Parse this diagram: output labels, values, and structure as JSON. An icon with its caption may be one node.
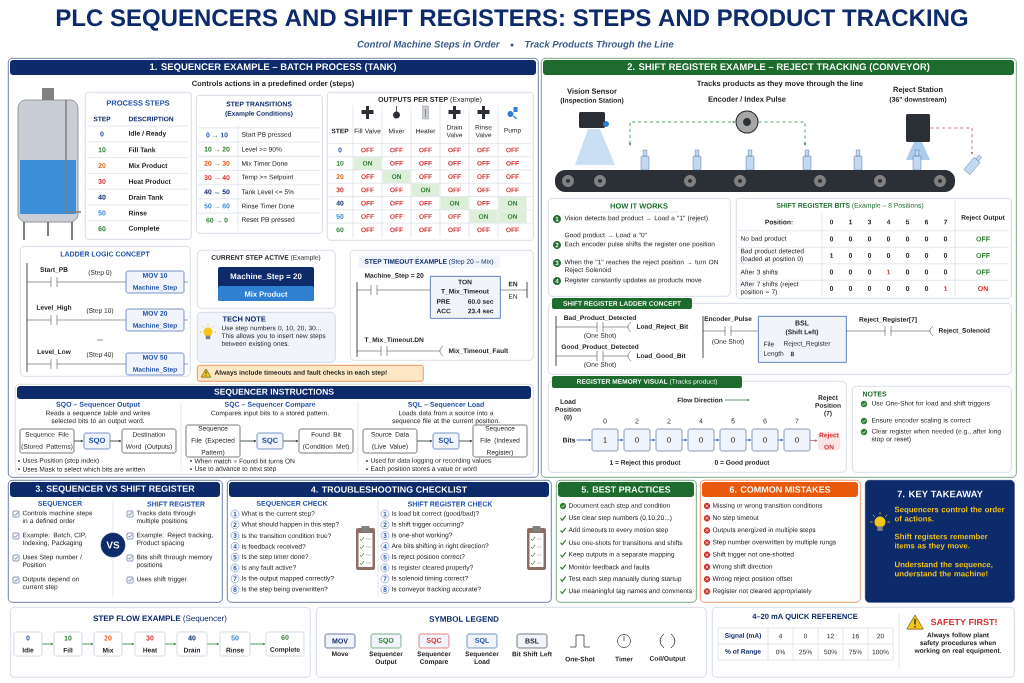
{
  "diagram": {
    "title": "PLC SEQUENCERS AND SHIFT REGISTERS: STEPS AND PRODUCT TRACKING",
    "nodes": [
      {
        "text": [
          "1. SEQUENCER EXAMPLE – BATCH PROCESS (TANK)",
          "Controls actions in a predefined order (steps)"
        ]
      },
      {
        "text": [
          "PROCESS STEPS",
          "STEP",
          "DESCRIPTION",
          "0",
          "Idle / Ready",
          "10",
          "Fill Tank",
          "20",
          "Mix Product",
          "30",
          "Heat Product",
          "40",
          "Drain Tank",
          "50",
          "Rinse",
          "60",
          "Complete"
        ],
        "in": 0
      },
      {
        "text": [
          "STEP TRANSITIONS",
          "(Example Conditions)",
          "0 → 10",
          "Start PB pressed",
          "10 → 20",
          "Level >= 90%",
          "20 → 30",
          "Mix Timer Done",
          "30 → 40",
          "Temp >= Setpoint",
          "40 → 50",
          "Tank Level <= 5%",
          "50 → 60",
          "Rinse Timer Done",
          "60 → 0",
          "Reset PB pressed"
        ],
        "in": 0
      },
      {
        "text": [
          "**OUTPUTS PER STEP** (Example)",
          "STEP",
          "Fill Valve",
          "Mixer",
          "Heater",
          "Drain Valve",
          "Rinse Valve",
          "Pump",
          "0",
          "OFF",
          "OFF",
          "OFF",
          "OFF",
          "OFF",
          "OFF",
          "10",
          "ON",
          "OFF",
          "OFF",
          "OFF",
          "OFF",
          "OFF",
          "20",
          "OFF",
          "ON",
          "OFF",
          "OFF",
          "OFF",
          "OFF",
          "30",
          "OFF",
          "OFF",
          "ON",
          "OFF",
          "OFF",
          "OFF",
          "40",
          "OFF",
          "OFF",
          "OFF",
          "ON",
          "OFF",
          "ON",
          "50",
          "OFF",
          "OFF",
          "OFF",
          "OFF",
          "ON",
          "ON",
          "60",
          "OFF",
          "OFF",
          "OFF",
          "OFF",
          "OFF",
          "OFF"
        ],
        "in": 0
      },
      {
        "text": [
          "LADDER LOGIC CONCEPT",
          "Start_PB",
          "(Step 0)",
          "Level_High",
          "(Step 10)",
          "...",
          "Level_Low",
          "(Step 40)"
        ],
        "in": 0
      },
      {
        "text": [
          "MOV 10",
          "Machine_Step"
        ],
        "in": 4
      },
      {
        "text": [
          "MOV 20",
          "Machine_Step"
        ],
        "in": 4
      },
      {
        "text": [
          "MOV 50",
          "Machine_Step"
        ],
        "in": 4
      },
      {
        "text": [
          "**CURRENT STEP ACTIVE** (Example)"
        ],
        "in": 0
      },
      {
        "text": [
          "Machine_Step = 20",
          "Mix Product"
        ],
        "in": 8
      },
      {
        "text": [
          "TECH NOTE",
          "Use step numbers 0, 10, 20, 30... This allows you to insert new steps between existing ones."
        ],
        "in": 0
      },
      {
        "text": [
          "Always include timeouts and fault checks in each step!"
        ],
        "in": 0
      },
      {
        "text": [
          "**STEP TIMEOUT EXAMPLE** (Step 20 – Mix)",
          "Machine_Step = 20",
          "EN",
          "EN",
          "T_Mix_Timeout.DN",
          "Mix_Timeout_Fault"
        ],
        "in": 0
      },
      {
        "text": [
          "TON",
          "T_Mix_Timeout",
          "PRE",
          "60.0 sec",
          "ACC",
          "23.4 sec"
        ],
        "in": 12
      },
      {
        "text": [
          "SEQUENCER INSTRUCTIONS",
          "SQO – Sequencer Output",
          "Reads a sequence table and writes selected bits to an output word.",
          "Uses Position (step index)",
          "Uses Mask to select which bits are written",
          "SQC – Sequencer Compare",
          "Compares input bits to a stored pattern.",
          "When match = Found bit turns ON",
          "Use to advance to next step",
          "SQL – Sequencer Load",
          "Loads data from a source into a sequence file at the current position.",
          "Used for data logging or recording values",
          "Each position stores a value or word"
        ],
        "in": 0
      },
      {
        "text": [
          "Sequence File (Stored Patterns)"
        ],
        "in": 14
      },
      {
        "text": [
          "SQO"
        ],
        "in": 14
      },
      {
        "text": [
          "Destination Word (Outputs)"
        ],
        "in": 14
      },
      {
        "text": [
          "Sequence File (Expected Pattern)"
        ],
        "in": 14
      },
      {
        "text": [
          "SQC"
        ],
        "in": 14
      },
      {
        "text": [
          "Found Bit (Condition Met)"
        ],
        "in": 14
      },
      {
        "text": [
          "Source Data (Live Value)"
        ],
        "in": 14
      },
      {
        "text": [
          "SQL"
        ],
        "in": 14
      },
      {
        "text": [
          "Sequence File (Indexed Register)"
        ],
        "in": 14
      },
      {
        "text": [
          "2. SHIFT REGISTER EXAMPLE – REJECT TRACKING (CONVEYOR)",
          "Tracks products as they move through the line"
        ]
      },
      {
        "text": [
          "Vision Sensor",
          "(Inspection Station)"
        ],
        "in": 24
      },
      {
        "text": [
          "Encoder / Index Pulse"
        ],
        "in": 24
      },
      {
        "text": [
          "Reject Station",
          "(36\" downstream)"
        ],
        "in": 24
      },
      {
        "text": [],
        "shape": "picture",
        "in": 24
      },
      {
        "text": [],
        "shape": "picture",
        "in": 24
      },
      {
        "text": [
          "HOW IT WORKS",
          "1",
          "Vision detects bad product → Load a \"1\" (reject)",
          "Good product → Load a \"0\"",
          "2",
          "Each encoder pulse shifts the register one position",
          "3",
          "When the \"1\" reaches the reject position → turn ON Reject Solenoid",
          "4",
          "Register constantly updates as products move"
        ],
        "in": 24
      },
      {
        "text": [
          "**SHIFT REGISTER BITS** (Example – 8 Positions)",
          "Position:",
          "0",
          "1",
          "3",
          "4",
          "5",
          "6",
          "7",
          "Reject Output",
          "No bad product",
          "0",
          "0",
          "0",
          "0",
          "0",
          "0",
          "0",
          "OFF",
          "Bad product detected (loaded at position 0)",
          "1",
          "0",
          "0",
          "0",
          "0",
          "0",
          "0",
          "OFF",
          "After 3 shifts",
          "0",
          "0",
          "0",
          "1",
          "0",
          "0",
          "0",
          "OFF",
          "After 7 shifts (reject position = 7)",
          "0",
          "0",
          "0",
          "0",
          "0",
          "0",
          "1",
          "ON"
        ],
        "in": 24
      },
      {
        "text": [
          "SHIFT REGISTER LADDER CONCEPT",
          "Bad_Product_Detected",
          "(One Shot)",
          "Load_Reject_Bit",
          "Good_Product_Detected",
          "(One Shot)",
          "Load_Good_Bit",
          "Encoder_Pulse",
          "(One Shot)",
          "Reject_Register[7]",
          "Reject_Solenoid"
        ],
        "in": 24
      },
      {
        "text": [
          "BSL",
          "(Shift Left)",
          "File",
          "Reject_Register",
          "Length",
          "8"
        ],
        "in": 32
      },
      {
        "text": [
          "**REGISTER MEMORY VISUAL** (Tracks product)",
          "Load Position (0)",
          "Flow Direction",
          "Reject Position (7)",
          "1 = Reject this product",
          "0 = Good product"
        ],
        "in": 24
      },
      {
        "text": [
          "Bits"
        ],
        "in": 34
      },
      {
        "text": [
          "1"
        ],
        "beside": [
          "0"
        ],
        "in": 34
      },
      {
        "text": [
          "0"
        ],
        "beside": [
          "2"
        ],
        "in": 34
      },
      {
        "text": [
          "0"
        ],
        "beside": [
          "2"
        ],
        "in": 34
      },
      {
        "text": [
          "0"
        ],
        "beside": [
          "4"
        ],
        "in": 34
      },
      {
        "text": [
          "0"
        ],
        "beside": [
          "5"
        ],
        "in": 34
      },
      {
        "text": [
          "0"
        ],
        "beside": [
          "6"
        ],
        "in": 34
      },
      {
        "text": [
          "0"
        ],
        "beside": [
          "7"
        ],
        "in": 34
      },
      {
        "text": [
          "Reject",
          "ON"
        ],
        "in": 34
      },
      {
        "text": [
          "NOTES",
          "Use One-Shot for load and shift triggers",
          "Ensure encoder scaling is correct",
          "Clear register when needed (e.g., after long stop or reset)"
        ],
        "in": 24
      },
      {
        "text": [
          "3. SEQUENCER VS SHIFT REGISTER",
          "SEQUENCER",
          "Controls machine steps in a defined order",
          "Example: Batch, CIP, Indexing, Packaging",
          "Uses Step number / Position",
          "Outputs depend on current step",
          "SHIFT REGISTER",
          "Tracks data through multiple positions",
          "Example: Reject tracking, Product spacing",
          "Bits shift through memory positions",
          "Uses shift trigger"
        ]
      },
      {
        "text": [
          "VS"
        ],
        "in": 45
      },
      {
        "text": [
          "4. TROUBLESHOOTING CHECKLIST",
          "SEQUENCER CHECK",
          "1",
          "What is the current step?",
          "2",
          "What should happen in this step?",
          "3",
          "Is the transition condition true?",
          "4",
          "Is feedback received?",
          "5",
          "Is the step timer done?",
          "6",
          "Is any fault active?",
          "7",
          "Is the output mapped correctly?",
          "8",
          "Is the step being overwritten?",
          "SHIFT REGISTER CHECK",
          "1",
          "Is load bit correct (good/bad)?",
          "2",
          "Is shift trigger occurring?",
          "3",
          "Is one-shot working?",
          "4",
          "Are bits shifting in right direction?",
          "5",
          "Is reject position correct?",
          "6",
          "Is register cleared properly?",
          "7",
          "Is solenoid timing correct?",
          "8",
          "Is conveyor tracking accurate?"
        ]
      },
      {
        "text": [
          "5. BEST PRACTICES",
          "Document each step and condition",
          "Use clear step numbers (0,10,20...)",
          "Add timeouts to every motion step",
          "Use one-shots for transitions and shifts",
          "Keep outputs in a separate mapping",
          "Monitor feedback and faults",
          "Test each step manually during startup",
          "Use meaningful tag names and comments"
        ]
      },
      {
        "text": [
          "6. COMMON MISTAKES",
          "Missing or wrong transition conditions",
          "No step timeout",
          "Outputs energized in multiple steps",
          "Step number overwritten by multiple rungs",
          "Shift trigger not one-shotted",
          "Wrong shift direction",
          "Wrong reject position offset",
          "Register not cleared appropriately"
        ]
      },
      {
        "text": [
          "7. KEY TAKEAWAY",
          "Sequencers control the order of actions.",
          "Shift registers remember items as they move.",
          "Understand the sequence, understand the machine!"
        ]
      },
      {
        "text": [
          "**STEP FLOW EXAMPLE** (Sequencer)"
        ]
      },
      {
        "text": [
          "0",
          "Idle"
        ],
        "in": 51
      },
      {
        "text": [
          "10",
          "Fill"
        ],
        "in": 51
      },
      {
        "text": [
          "20",
          "Mix"
        ],
        "in": 51
      },
      {
        "text": [
          "30",
          "Heat"
        ],
        "in": 51
      },
      {
        "text": [
          "40",
          "Drain"
        ],
        "in": 51
      },
      {
        "text": [
          "50",
          "Rinse"
        ],
        "in": 51
      },
      {
        "text": [
          "60",
          "Complete"
        ],
        "in": 51
      },
      {
        "text": [
          "SYMBOL LEGEND",
          "One-Shot",
          "Timer",
          "Coil/Output"
        ]
      },
      {
        "text": [
          "MOV"
        ],
        "beside": [
          "Move"
        ],
        "in": 59
      },
      {
        "text": [
          "SQO"
        ],
        "beside": [
          "Sequencer Output"
        ],
        "in": 59
      },
      {
        "text": [
          "SQC"
        ],
        "beside": [
          "Sequencer Compare"
        ],
        "in": 59
      },
      {
        "text": [
          "SQL"
        ],
        "beside": [
          "Sequencer Load"
        ],
        "in": 59
      },
      {
        "text": [
          "BSL"
        ],
        "beside": [
          "Bit Shift Left"
        ],
        "in": 59
      },
      {
        "text": [
          "4–20 mA QUICK REFERENCE",
          "Signal (mA)",
          "4",
          "8",
          "12",
          "16",
          "20",
          "% of Range",
          "0%",
          "25%",
          "50%",
          "75%",
          "100%",
          "SAFETY FIRST!",
          "Always follow plant safety procedures when working on real equipment."
        ]
      }
    ],
    "edges": [
      {
        "from": 15,
        "to": 16,
        "arrow": "to",
        "color": "#222222"
      },
      {
        "from": 16,
        "to": 17,
        "arrow": "to",
        "color": "#222222"
      },
      {
        "from": 18,
        "to": 19,
        "arrow": "to",
        "color": "#222222"
      },
      {
        "from": 19,
        "to": 20,
        "arrow": "to",
        "color": "#222222"
      },
      {
        "from": 21,
        "to": 22,
        "arrow": "to",
        "color": "#222222"
      },
      {
        "from": 22,
        "to": 23,
        "arrow": "to",
        "color": "#222222"
      },
      {
        "from": 28,
        "to": 26,
        "arrow": "both",
        "style": "dashed",
        "color": "#2e7d32"
      },
      {
        "from": 26,
        "to": 28,
        "arrow": "to",
        "style": "dashed",
        "color": "#2e7d32"
      },
      {
        "from": 27,
        "to": 29,
        "arrow": "to",
        "style": "dashed",
        "color": "#d32f2f"
      },
      {
        "from": 35,
        "to": 36,
        "arrow": "to",
        "color": "#1f4fa8"
      },
      {
        "from": 36,
        "to": 37,
        "arrow": "to",
        "color": "#1f4fa8"
      },
      {
        "from": 37,
        "to": 38,
        "arrow": "to",
        "color": "#1f4fa8"
      },
      {
        "from": 38,
        "to": 39,
        "arrow": "to",
        "color": "#1f4fa8"
      },
      {
        "from": 39,
        "to": 40,
        "arrow": "to",
        "color": "#1f4fa8"
      },
      {
        "from": 40,
        "to": 41,
        "arrow": "to",
        "color": "#1f4fa8"
      },
      {
        "from": 41,
        "to": 42,
        "arrow": "to",
        "color": "#1f4fa8"
      },
      {
        "from": 42,
        "to": 43,
        "arrow": "to",
        "color": "#d32f2f"
      },
      {
        "from": 52,
        "to": 53,
        "arrow": "to",
        "color": "#2e7d32"
      },
      {
        "from": 53,
        "to": 54,
        "arrow": "to",
        "color": "#2e7d32"
      },
      {
        "from": 54,
        "to": 55,
        "arrow": "to",
        "color": "#2e7d32"
      },
      {
        "from": 55,
        "to": 56,
        "arrow": "to",
        "color": "#2e7d32"
      },
      {
        "from": 56,
        "to": 57,
        "arrow": "to",
        "color": "#2e7d32"
      },
      {
        "from": 57,
        "to": 58,
        "arrow": "to",
        "color": "#2e7d32"
      }
    ],
    "labels": [
      "Control Machine Steps in Order",
      "Track Products Through the Line"
    ]
  }
}
